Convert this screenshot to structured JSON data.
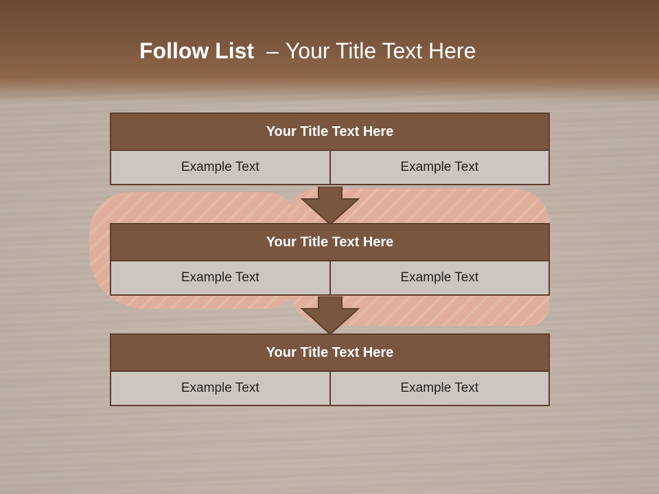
{
  "slide": {
    "title_bold": "Follow List",
    "title_dash": "–",
    "title_rest": "Your Title Text Here"
  },
  "blocks": [
    {
      "title": "Your Title Text Here",
      "left": "Example Text",
      "right": "Example Text"
    },
    {
      "title": "Your Title Text Here",
      "left": "Example Text",
      "right": "Example Text"
    },
    {
      "title": "Your Title Text Here",
      "left": "Example Text",
      "right": "Example Text"
    }
  ],
  "colors": {
    "header": "#7a5641",
    "border": "#5c3e2d",
    "cell": "#cdc5bf",
    "arrow": "#7a5641"
  }
}
